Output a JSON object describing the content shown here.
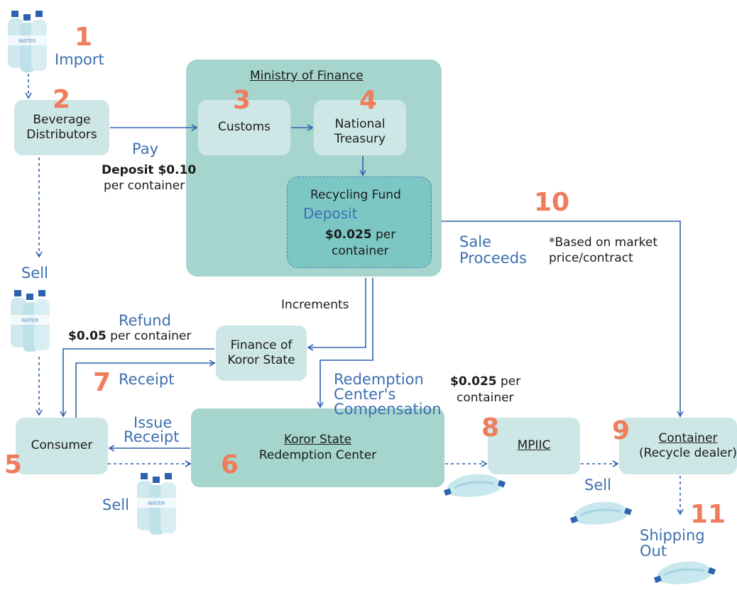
{
  "numbers": {
    "n1": "1",
    "n2": "2",
    "n3": "3",
    "n4": "4",
    "n5": "5",
    "n6": "6",
    "n7": "7",
    "n8": "8",
    "n9": "9",
    "n10": "10",
    "n11": "11"
  },
  "labels": {
    "import": "Import",
    "pay": "Pay",
    "deposit_amount": "Deposit $0.10",
    "deposit_unit": "per container",
    "sell_left": "Sell",
    "refund": "Refund",
    "refund_amount": "$0.05",
    "refund_unit": " per container",
    "receipt": "Receipt",
    "issue": "Issue",
    "issue_receipt": "Receipt",
    "sell_bottom": "Sell",
    "increments": "Increments",
    "redemption_1": "Redemption",
    "redemption_2": "Center's",
    "redemption_3": "Compensation",
    "comp_amount": "$0.025",
    "comp_unit_1": " per",
    "comp_unit_2": "container",
    "sale_1": "Sale",
    "sale_2": "Proceeds",
    "market_1": "*Based on market",
    "market_2": "price/contract",
    "sell_right": "Sell",
    "shipping_1": "Shipping",
    "shipping_2": "Out"
  },
  "boxes": {
    "ministry_title": "Ministry of Finance",
    "distributors_1": "Beverage",
    "distributors_2": "Distributors",
    "customs": "Customs",
    "treasury_1": "National",
    "treasury_2": "Treasury",
    "fund_1": "Recycling Fund",
    "fund_2": "Deposit",
    "fund_amount": "$0.025",
    "fund_unit_1": " per",
    "fund_unit_2": "container",
    "koror_finance_1": "Finance of",
    "koror_finance_2": "Koror State",
    "consumer": "Consumer",
    "redemption_center_1": "Koror State",
    "redemption_center_2": "Redemption Center",
    "mpiic": "MPIIC",
    "container_1": "Container",
    "container_2": "(Recycle dealer)"
  },
  "colors": {
    "arrow": "#2f63ad",
    "number": "#ef7c5a",
    "ministry_bg": "#a6d5cd",
    "box_bg": "#cde6e6",
    "fund_bg": "#7cc7c4"
  },
  "icons": [
    "water-bottles-icon",
    "crushed-bottles-icon"
  ]
}
